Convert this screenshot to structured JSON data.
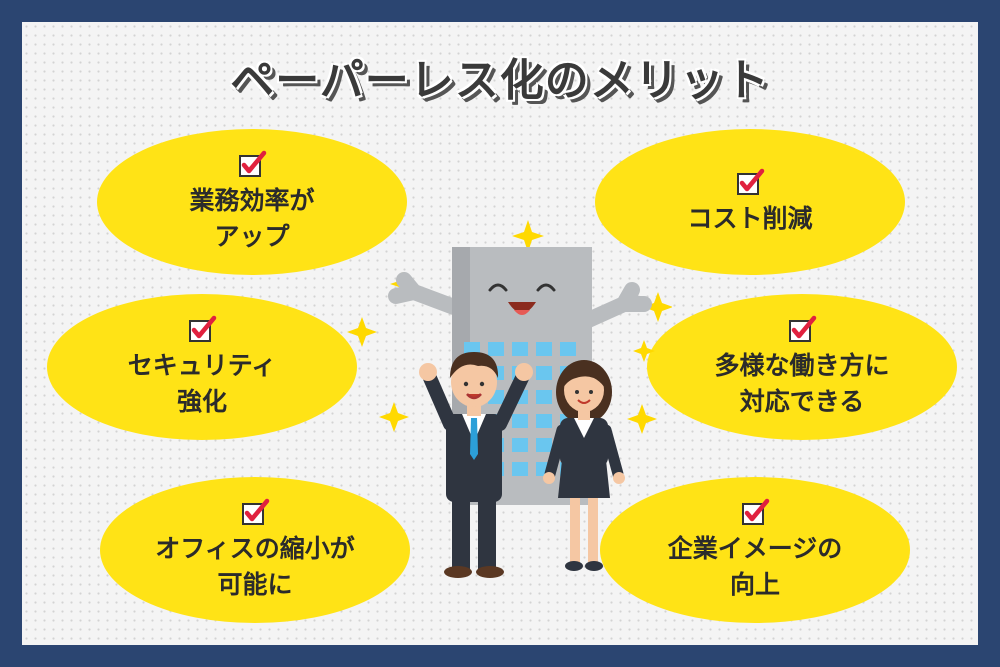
{
  "title": "ペーパーレス化のメリット",
  "merits": [
    {
      "text": "業務効率が\nアップ"
    },
    {
      "text": "コスト削減"
    },
    {
      "text": "セキュリティ\n強化"
    },
    {
      "text": "多様な働き方に\n対応できる"
    },
    {
      "text": "オフィスの縮小が\n可能に"
    },
    {
      "text": "企業イメージの\n向上"
    }
  ],
  "colors": {
    "frame": "#2b4571",
    "bubble": "#ffe316",
    "check": "#e0213f",
    "building": "#b9bcbf",
    "window": "#6ac6ef"
  },
  "icons": [
    "checkbox-icon",
    "sparkle-icon",
    "building-character",
    "businessman-illustration",
    "businesswoman-illustration"
  ]
}
